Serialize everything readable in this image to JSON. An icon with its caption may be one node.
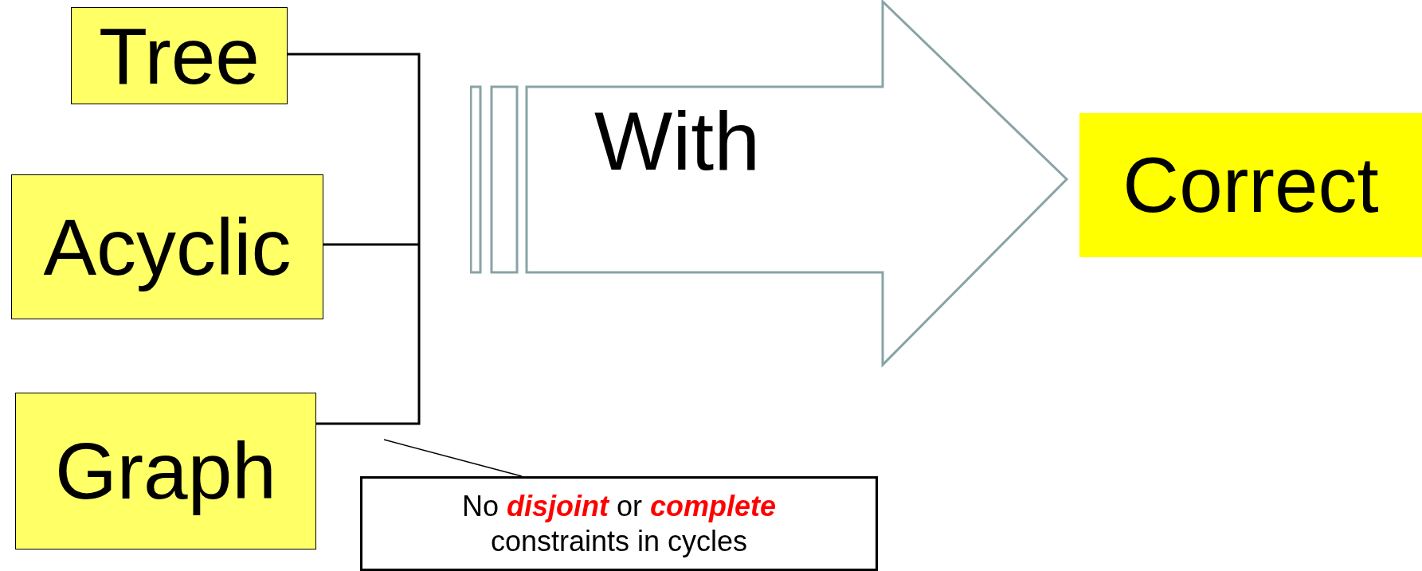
{
  "diagram": {
    "nodes": [
      {
        "text": [
          "Tree"
        ]
      },
      {
        "text": [
          "Acyclic"
        ]
      },
      {
        "text": [
          "Graph"
        ]
      },
      {
        "text": [
          "With"
        ]
      },
      {
        "text": [
          "Correct"
        ]
      },
      {
        "text": [
          "No **disjoint** or **complete** constraints in cycles"
        ]
      }
    ],
    "edges": [
      {
        "from": 0,
        "to": null,
        "arrow": "none"
      },
      {
        "from": 1,
        "to": null,
        "arrow": "none"
      },
      {
        "from": 2,
        "to": null,
        "arrow": "none"
      },
      {
        "from": 5,
        "to": null,
        "arrow": "none"
      }
    ]
  }
}
